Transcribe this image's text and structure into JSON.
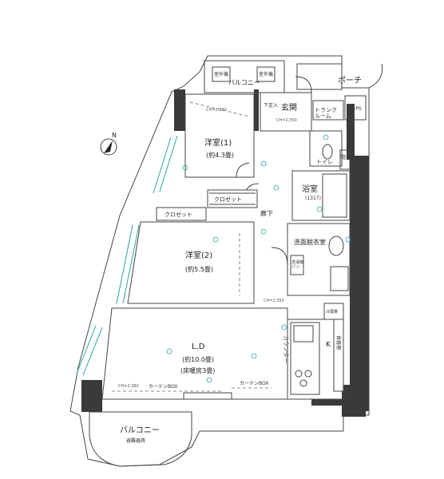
{
  "rooms": {
    "porch": "ポーチ",
    "mbps": "MB·PS",
    "trunk_room": "トランク\nルーム",
    "entrance": "玄関",
    "shoe_box": "下足入",
    "western_room_1": "洋室(1)",
    "western_room_1_size": "(約4.3畳)",
    "toilet": "トイレ",
    "storage": "物入",
    "bathroom": "浴室",
    "bathroom_size": "(1317)",
    "hallway": "廊下",
    "closet_1": "クロゼット",
    "closet_2": "クロゼット",
    "western_room_2": "洋室(2)",
    "western_room_2_size": "(約5.5畳)",
    "washroom": "洗面脱衣室",
    "ld": "L.D",
    "ld_size": "(約10.0畳)",
    "ld_floor_heating": "(床暖房3畳)",
    "kitchen": "K",
    "counter": "カウンター",
    "curtain_box_1": "カーテンBOX",
    "curtain_box_2": "カーテンBOX",
    "balcony_top": "バルコニー",
    "balcony_bottom": "バルコニー",
    "balcony_bottom_note": "避難器具",
    "north_label": "N",
    "outdoor_unit": "室外機",
    "entrance_dim": "CH=2,350",
    "room1_dim": "CH=2,380",
    "room2_dim": "CH=2,350",
    "ld_dim": "CH=2,380",
    "kitchen_note": "食器棚",
    "washer": "洗濯機\nパン",
    "fridge": "冷蔵庫"
  }
}
